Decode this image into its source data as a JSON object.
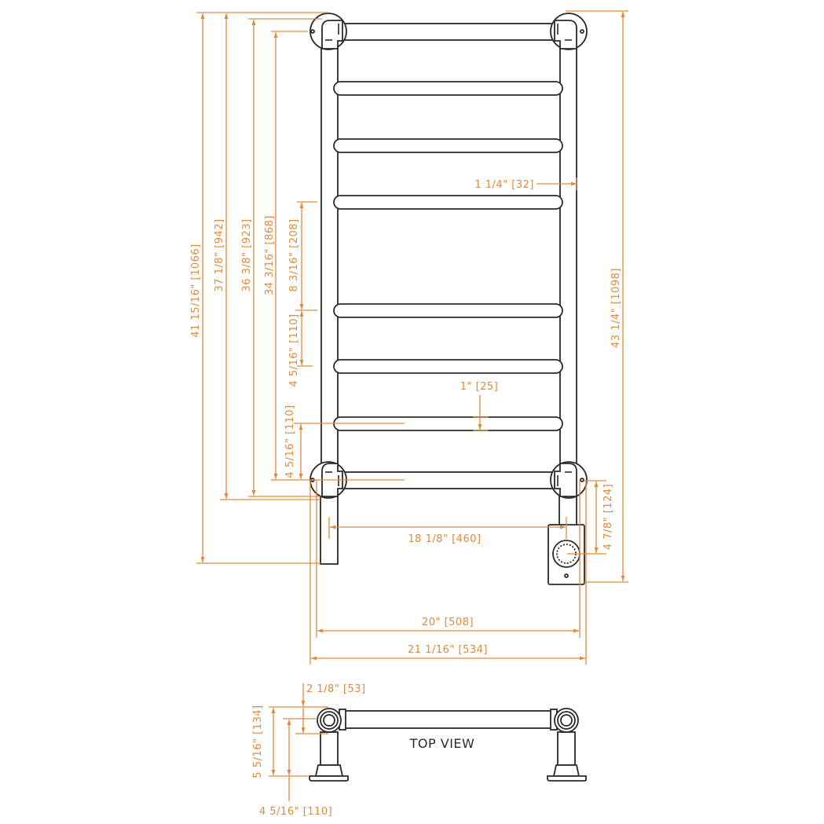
{
  "diagram": {
    "type": "technical-dimension-drawing",
    "subject": "wall-mounted heated towel rail",
    "colors": {
      "dimension": "#e08a3c",
      "object": "#2a2a2a",
      "background": "#ffffff"
    },
    "front_view": {
      "bars_count": 8,
      "dimensions": {
        "overall_height_left": "41 15/16\" [1066]",
        "height_to_lower_mount": "37 1/8\" [942]",
        "height_36": "36 3/8\" [923]",
        "height_34": "34  3/16\" [868]",
        "bar_gap_large": "8  3/16\" [208]",
        "bar_gap_upper": "4  5/16\" [110]",
        "bar_gap_lower": "4  5/16\" [110]",
        "post_width": "1 1/4\" [32]",
        "bar_diameter": "1\" [25]",
        "overall_height_right": "43 1/4\" [1098]",
        "junction_box_height": "4 7/8\" [124]",
        "inner_width": "18 1/8\" [460]",
        "center_width": "20\" [508]",
        "overall_width": "21  1/16\" [534]"
      }
    },
    "top_view": {
      "title": "TOP VIEW",
      "dimensions": {
        "mount_to_bar": "2 1/8\" [53]",
        "overall_depth": "5  5/16\" [134]",
        "bar_to_wall": "4  5/16\" [110]"
      }
    }
  }
}
